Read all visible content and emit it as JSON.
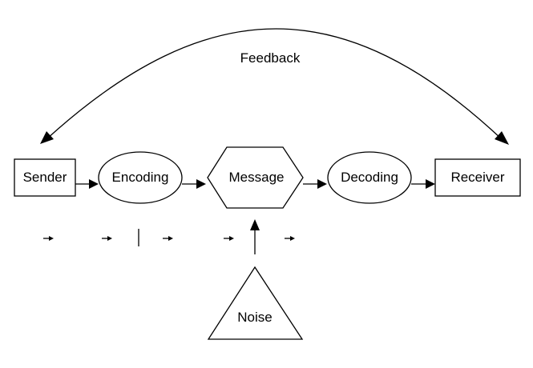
{
  "nodes": {
    "sender": "Sender",
    "encoding": "Encoding",
    "message": "Message",
    "decoding": "Decoding",
    "receiver": "Receiver",
    "noise": "Noise"
  },
  "feedback_label": "Feedback"
}
